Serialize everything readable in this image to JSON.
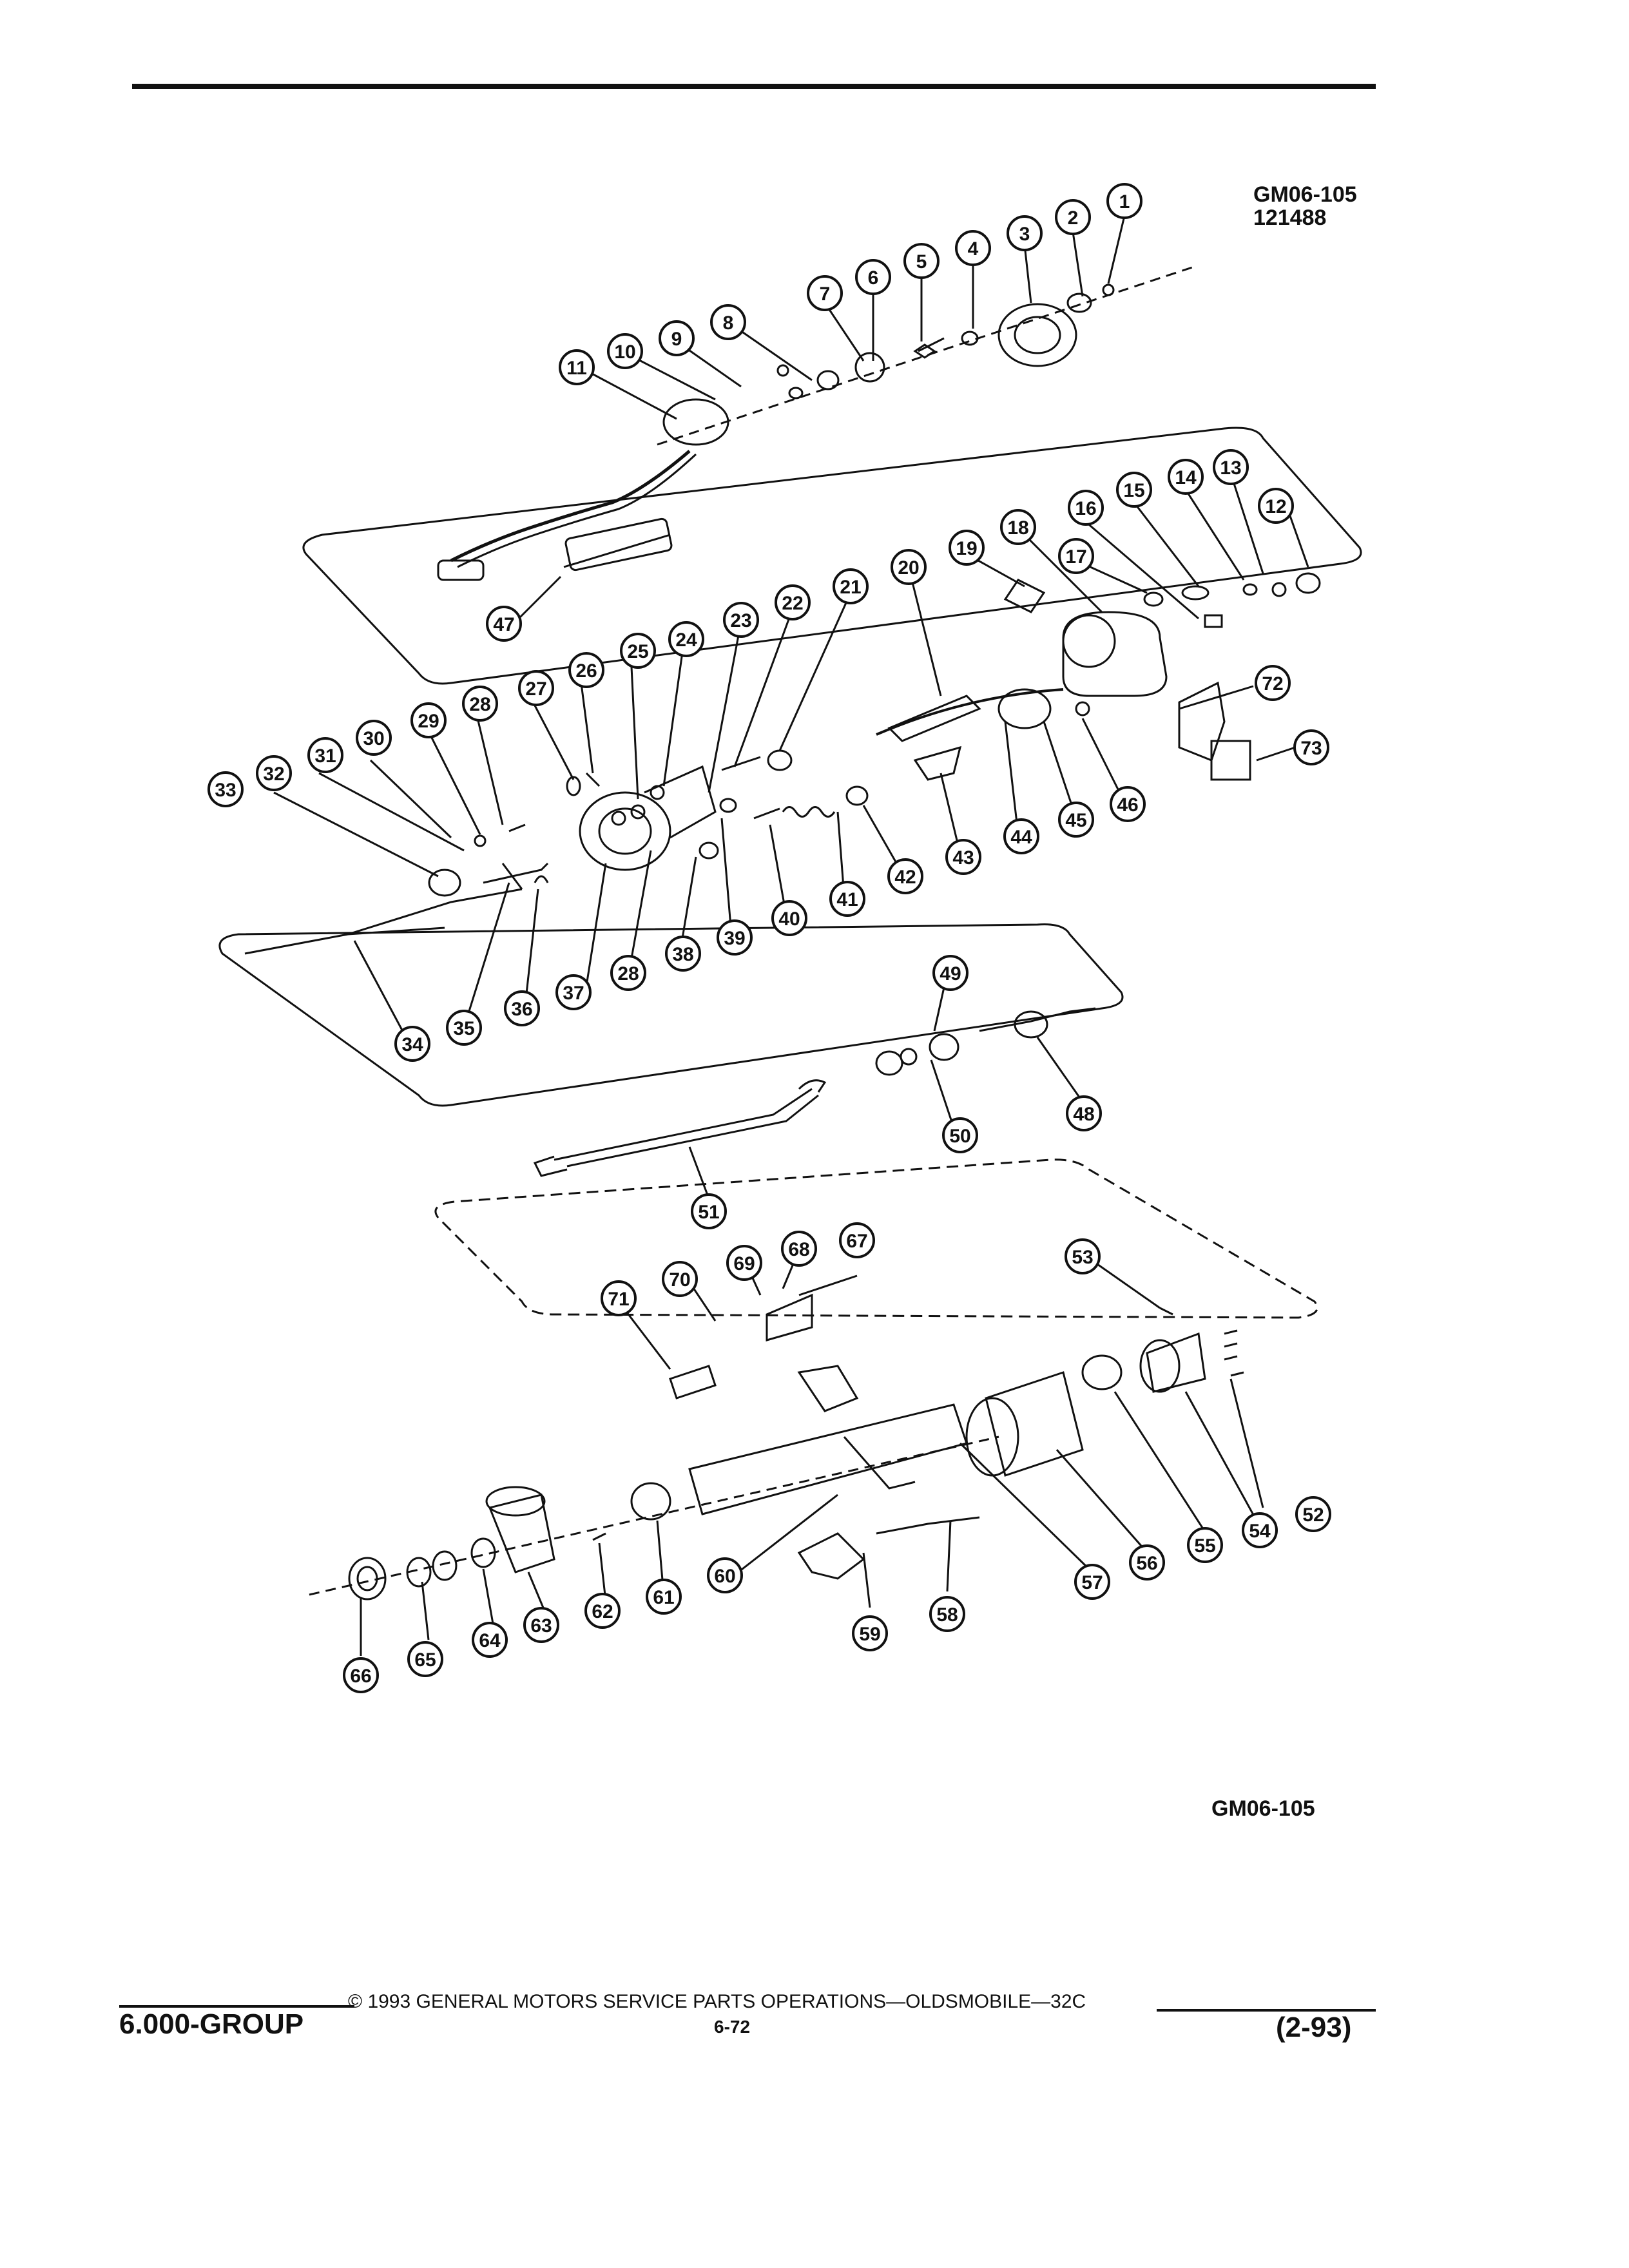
{
  "header": {
    "drawing_code": "GM06-105",
    "drawing_number": "121488"
  },
  "diagram": {
    "bottom_label": "GM06-105",
    "callouts": [
      "1",
      "2",
      "3",
      "4",
      "5",
      "6",
      "7",
      "8",
      "9",
      "10",
      "11",
      "12",
      "13",
      "14",
      "15",
      "16",
      "17",
      "18",
      "19",
      "20",
      "21",
      "22",
      "23",
      "24",
      "25",
      "26",
      "27",
      "28",
      "29",
      "30",
      "31",
      "32",
      "33",
      "34",
      "35",
      "36",
      "37",
      "28",
      "38",
      "39",
      "40",
      "41",
      "42",
      "43",
      "44",
      "45",
      "46",
      "47",
      "48",
      "49",
      "50",
      "51",
      "52",
      "53",
      "54",
      "55",
      "56",
      "57",
      "58",
      "59",
      "60",
      "61",
      "62",
      "63",
      "64",
      "65",
      "66",
      "67",
      "68",
      "69",
      "70",
      "71",
      "72",
      "73"
    ]
  },
  "footer": {
    "copyright": "© 1993 GENERAL MOTORS SERVICE PARTS OPERATIONS—OLDSMOBILE—32C",
    "group": "6.000-GROUP",
    "page": "6-72",
    "date_code": "(2-93)"
  }
}
